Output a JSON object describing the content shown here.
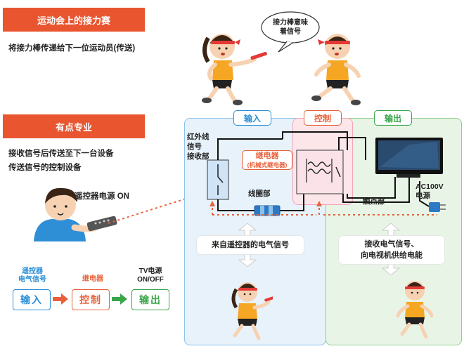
{
  "relay_race": {
    "banner": "运动会上的接力赛",
    "caption": "将接力棒传递给下一位运动员(传送)",
    "speech_line1": "接力棒意味",
    "speech_line2": "着信号"
  },
  "technical": {
    "banner": "有点专业",
    "line1": "接收信号后传送至下一台设备",
    "line2": "传送信号的控制设备",
    "remote_power": "遥控器电源 ON"
  },
  "zones": {
    "input": "输入",
    "control": "控制",
    "output": "输出"
  },
  "circuit": {
    "ir_receiver_line1": "红外线",
    "ir_receiver_line2": "信号",
    "ir_receiver_line3": "接收部",
    "relay_name": "继电器",
    "relay_sub": "(机械式继电器)",
    "coil": "线圈部",
    "contact": "触点部",
    "ac_line1": "AC100V",
    "ac_line2": "电源",
    "input_callout": "来自遥控器的电气信号",
    "output_callout_line1": "接收电气信号、",
    "output_callout_line2": "向电视机供给电能"
  },
  "flow": {
    "input_label_line1": "遥控器",
    "input_label_line2": "电气信号",
    "control_label": "继电器",
    "output_label_line1": "TV电源",
    "output_label_line2": "ON/OFF",
    "input_box": "输入",
    "control_box": "控制",
    "output_box": "输出"
  },
  "colors": {
    "accent_orange": "#e8552f",
    "input_blue": "#2b8fd8",
    "control_pink": "#e8603a",
    "output_green": "#3aa54a"
  }
}
